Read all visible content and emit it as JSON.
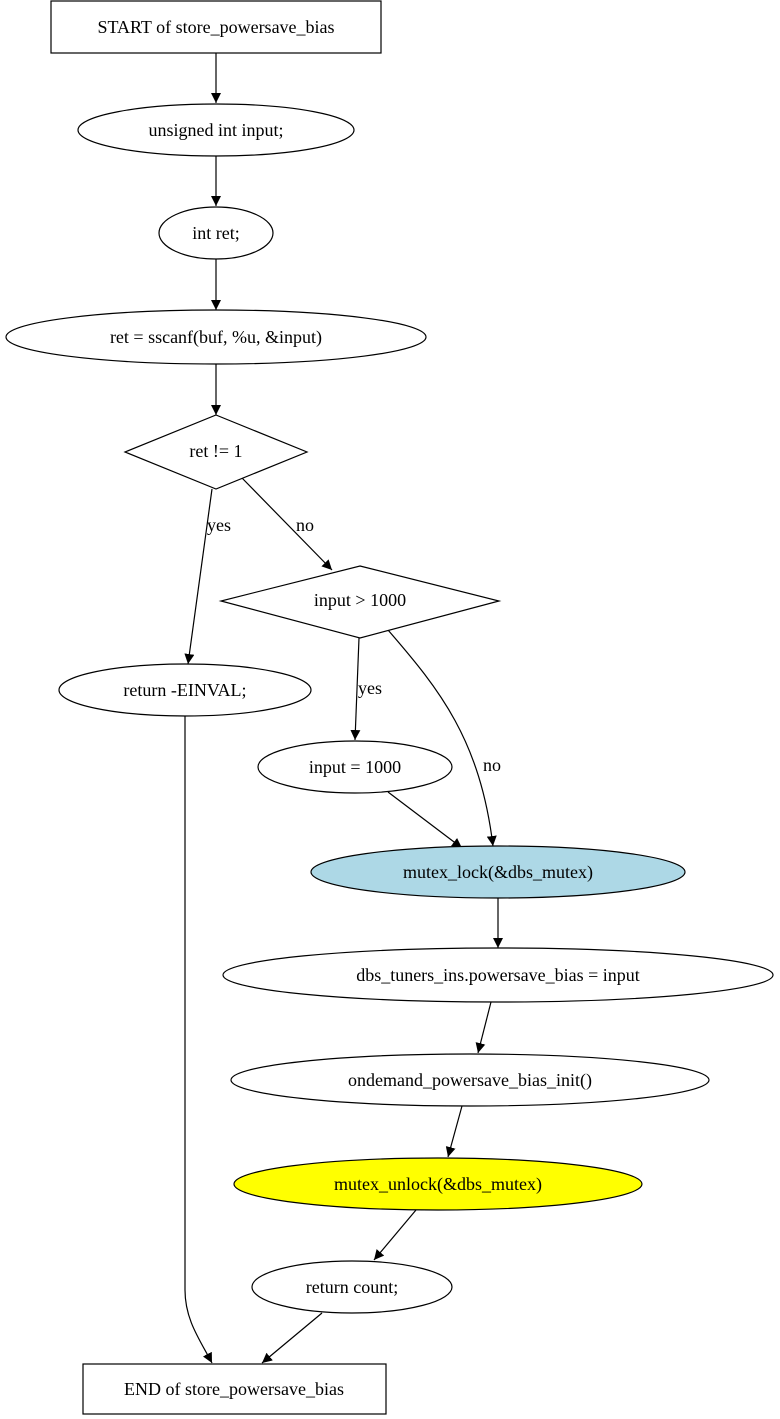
{
  "diagram": {
    "type": "flowchart",
    "colors": {
      "default_fill": "#ffffff",
      "stroke": "#000000",
      "mutex_lock_fill": "#add8e6",
      "mutex_unlock_fill": "#ffff00"
    },
    "nodes": {
      "start": {
        "label": "START of store_powersave_bias",
        "shape": "box"
      },
      "decl_input": {
        "label": "unsigned int input;",
        "shape": "ellipse"
      },
      "decl_ret": {
        "label": "int ret;",
        "shape": "ellipse"
      },
      "sscanf": {
        "label": "ret = sscanf(buf, %u, &input)",
        "shape": "ellipse"
      },
      "check_ret": {
        "label": "ret != 1",
        "shape": "diamond"
      },
      "return_einval": {
        "label": "return -EINVAL;",
        "shape": "ellipse"
      },
      "check_input": {
        "label": "input > 1000",
        "shape": "diamond"
      },
      "clamp_input": {
        "label": "input = 1000",
        "shape": "ellipse"
      },
      "mutex_lock": {
        "label": "mutex_lock(&dbs_mutex)",
        "shape": "ellipse"
      },
      "assign_bias": {
        "label": "dbs_tuners_ins.powersave_bias = input",
        "shape": "ellipse"
      },
      "bias_init": {
        "label": "ondemand_powersave_bias_init()",
        "shape": "ellipse"
      },
      "mutex_unlock": {
        "label": "mutex_unlock(&dbs_mutex)",
        "shape": "ellipse"
      },
      "return_count": {
        "label": "return count;",
        "shape": "ellipse"
      },
      "end": {
        "label": "END of store_powersave_bias",
        "shape": "box"
      }
    },
    "edges": [
      {
        "from": "start",
        "to": "decl_input",
        "label": ""
      },
      {
        "from": "decl_input",
        "to": "decl_ret",
        "label": ""
      },
      {
        "from": "decl_ret",
        "to": "sscanf",
        "label": ""
      },
      {
        "from": "sscanf",
        "to": "check_ret",
        "label": ""
      },
      {
        "from": "check_ret",
        "to": "return_einval",
        "label": "yes"
      },
      {
        "from": "check_ret",
        "to": "check_input",
        "label": "no"
      },
      {
        "from": "check_input",
        "to": "clamp_input",
        "label": "yes"
      },
      {
        "from": "check_input",
        "to": "mutex_lock",
        "label": "no"
      },
      {
        "from": "clamp_input",
        "to": "mutex_lock",
        "label": ""
      },
      {
        "from": "mutex_lock",
        "to": "assign_bias",
        "label": ""
      },
      {
        "from": "assign_bias",
        "to": "bias_init",
        "label": ""
      },
      {
        "from": "bias_init",
        "to": "mutex_unlock",
        "label": ""
      },
      {
        "from": "mutex_unlock",
        "to": "return_count",
        "label": ""
      },
      {
        "from": "return_einval",
        "to": "end",
        "label": ""
      },
      {
        "from": "return_count",
        "to": "end",
        "label": ""
      }
    ]
  }
}
